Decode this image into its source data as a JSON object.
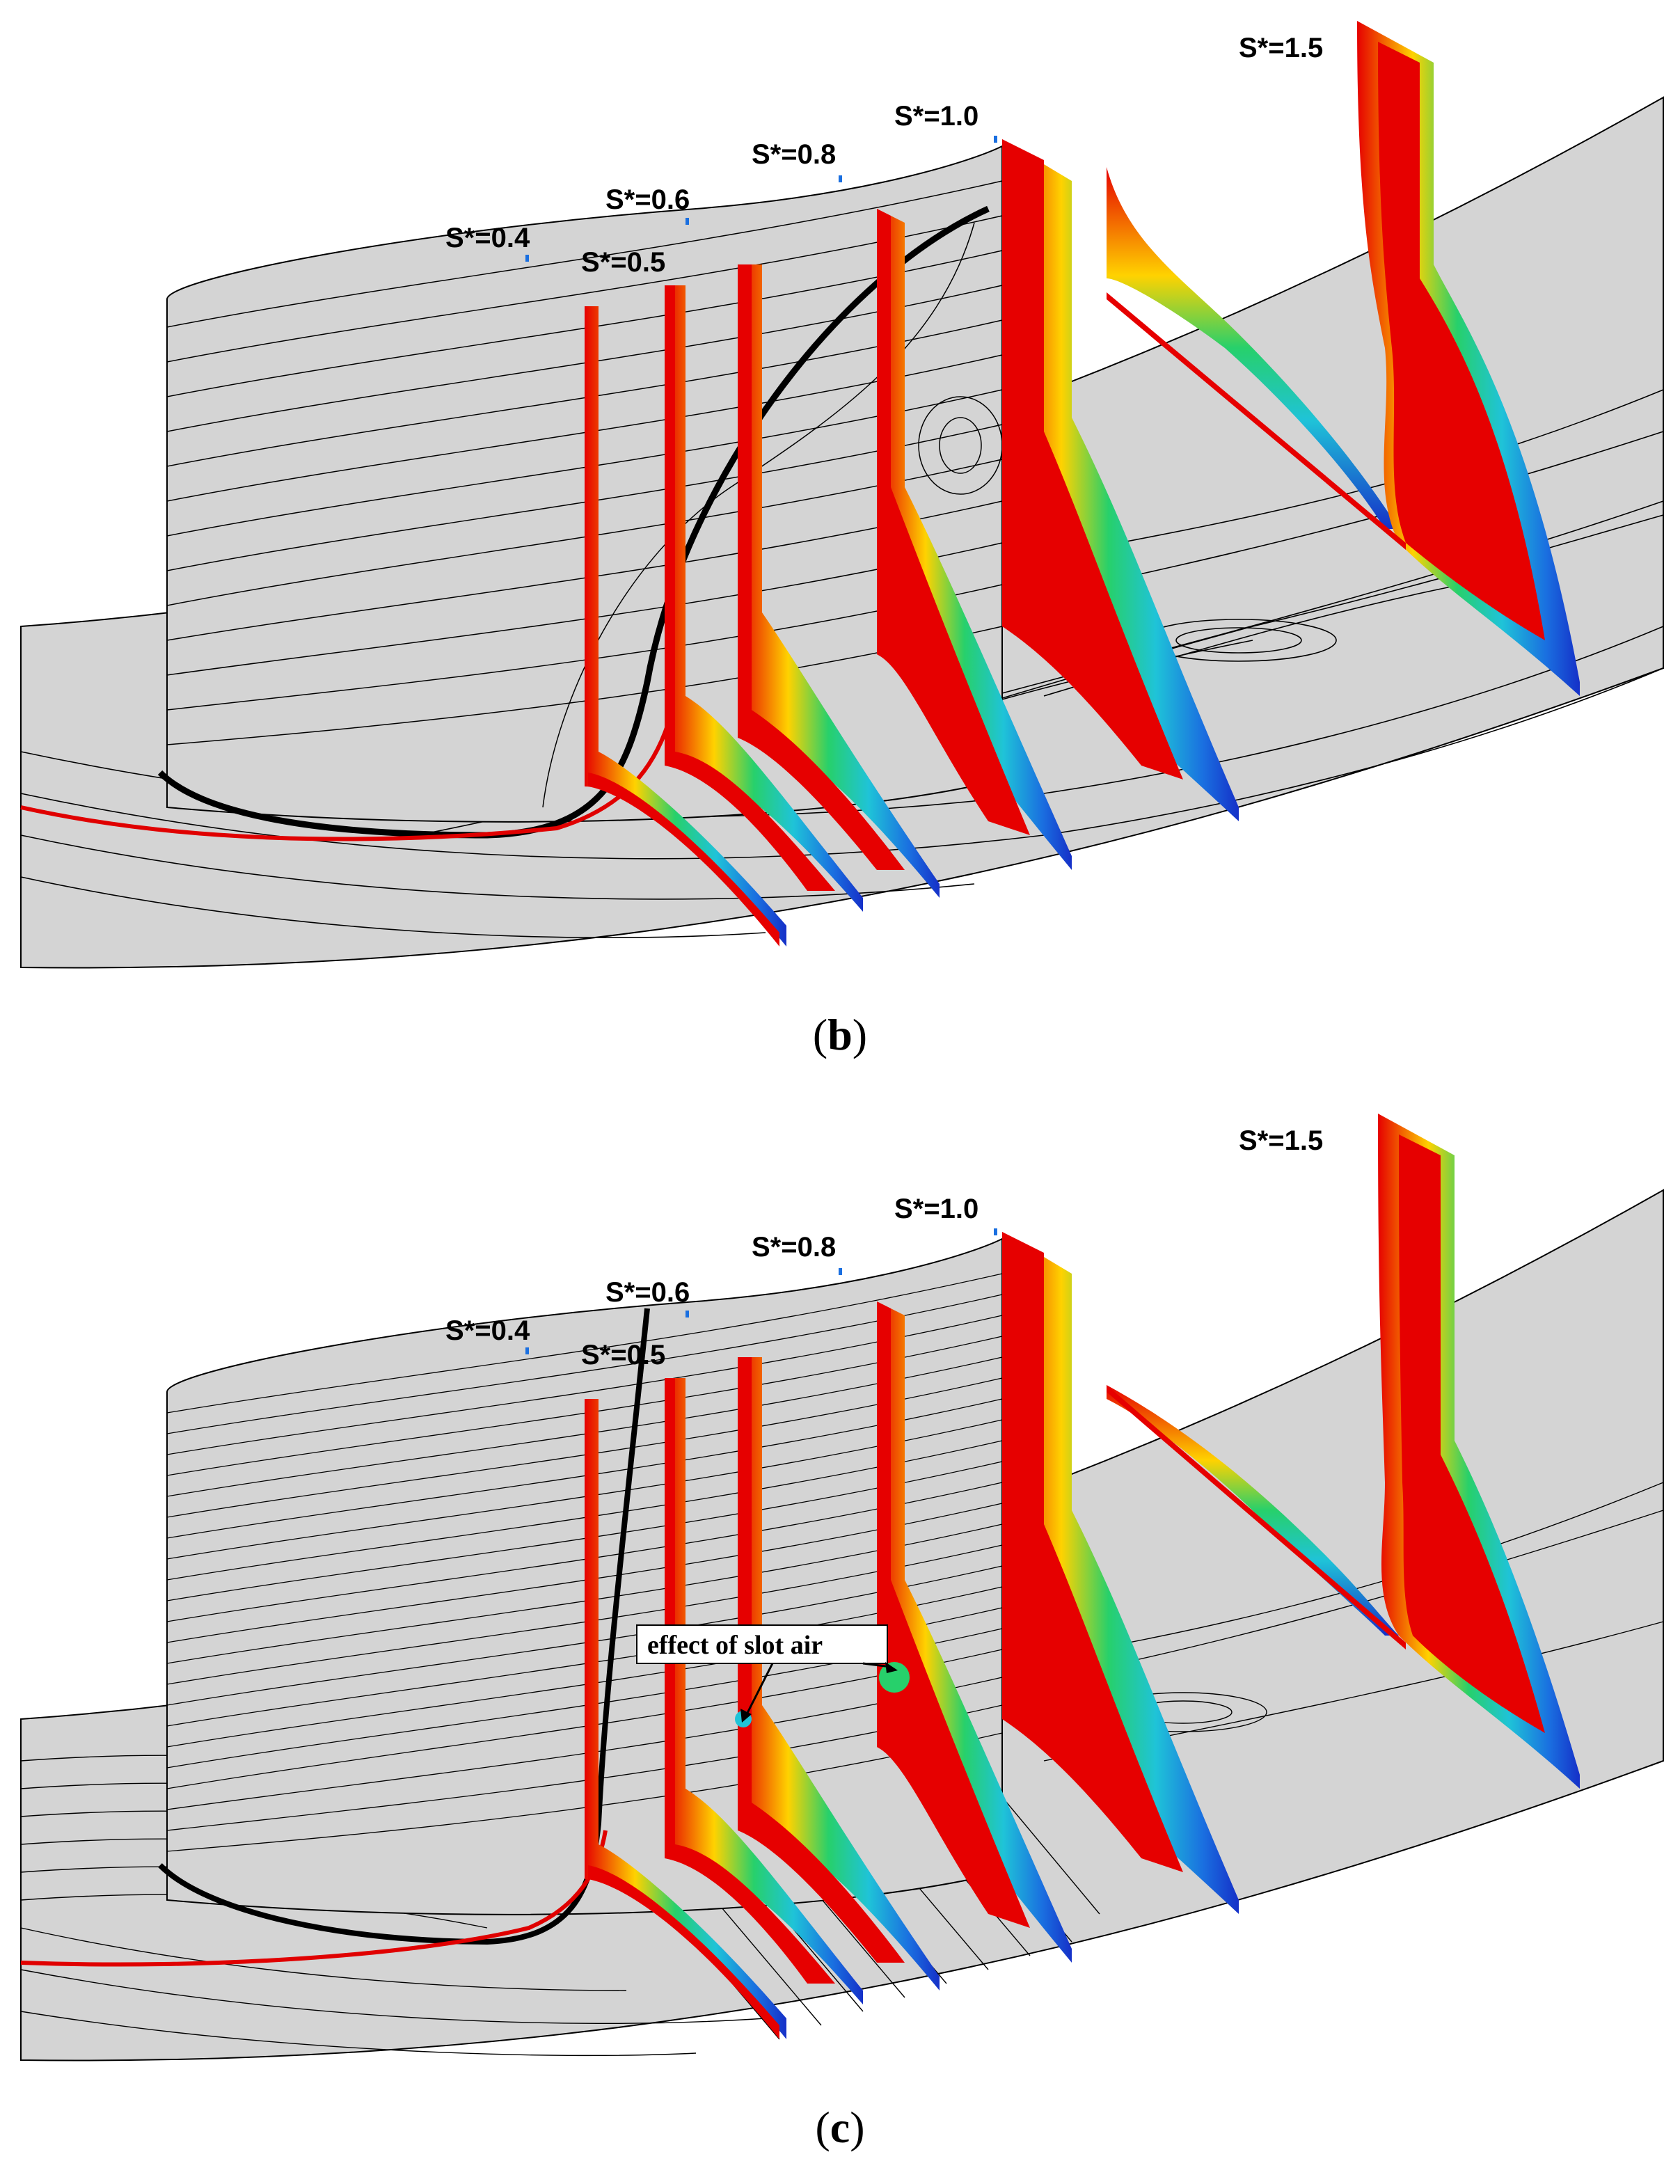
{
  "panels": [
    {
      "id": "b",
      "caption": "b",
      "sections": [
        {
          "label": "S*=0.4"
        },
        {
          "label": "S*=0.5"
        },
        {
          "label": "S*=0.6"
        },
        {
          "label": "S*=0.8"
        },
        {
          "label": "S*=1.0"
        },
        {
          "label": "S*=1.5"
        }
      ]
    },
    {
      "id": "c",
      "caption": "c",
      "annotation": "effect of slot air",
      "sections": [
        {
          "label": "S*=0.4"
        },
        {
          "label": "S*=0.5"
        },
        {
          "label": "S*=0.6"
        },
        {
          "label": "S*=0.8"
        },
        {
          "label": "S*=1.0"
        },
        {
          "label": "S*=1.5"
        }
      ]
    }
  ],
  "colors": {
    "surface": "#d4d4d4",
    "streamline": "#000000",
    "separation_line": "#e00000",
    "contour": [
      "#e60000",
      "#ff7a00",
      "#ffd200",
      "#b6e800",
      "#27d06b",
      "#1fc3d8",
      "#1a6fe0",
      "#1530c8"
    ]
  }
}
